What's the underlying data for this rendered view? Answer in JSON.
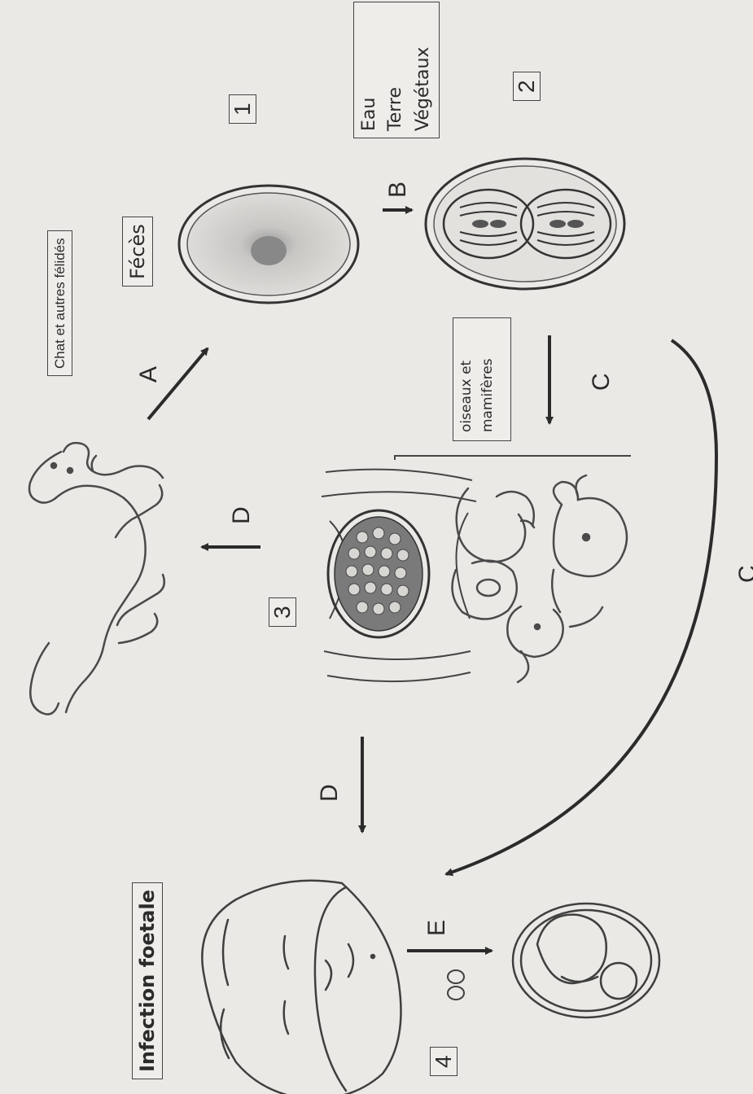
{
  "labels": {
    "chat": "Chat et autres félidés",
    "feces": "Fécès",
    "environment": [
      "Eau",
      "Terre",
      "Végétaux"
    ],
    "hosts": [
      "oiseaux et",
      "mamifères"
    ],
    "fetal": "Infection foetale"
  },
  "numbers": [
    "1",
    "2",
    "3",
    "4"
  ],
  "arrows": {
    "a": "A",
    "b": "B",
    "c_top": "C",
    "c_bottom": "C",
    "d_top": "D",
    "d_bottom": "D",
    "e": "E"
  }
}
